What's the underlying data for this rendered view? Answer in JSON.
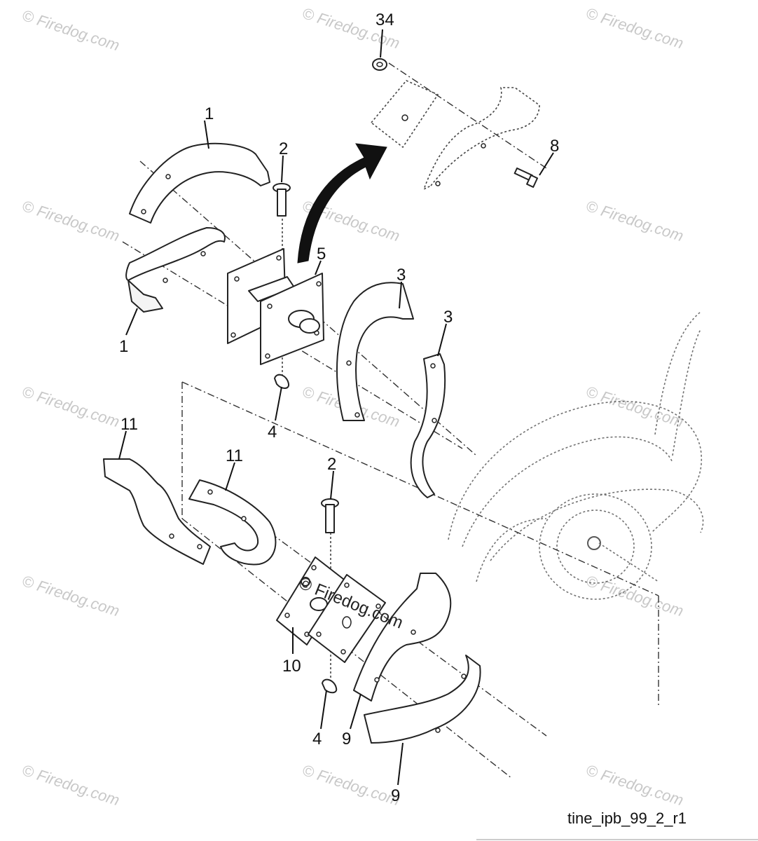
{
  "diagram": {
    "watermark_text": "© Firedog.com",
    "center_watermark_text": "© Firedog.com",
    "drawing_code": "tine_ipb_99_2_r1",
    "callouts": [
      "34",
      "1",
      "2",
      "8",
      "5",
      "1",
      "3",
      "3",
      "4",
      "11",
      "11",
      "2",
      "10",
      "4",
      "9",
      "9"
    ]
  }
}
